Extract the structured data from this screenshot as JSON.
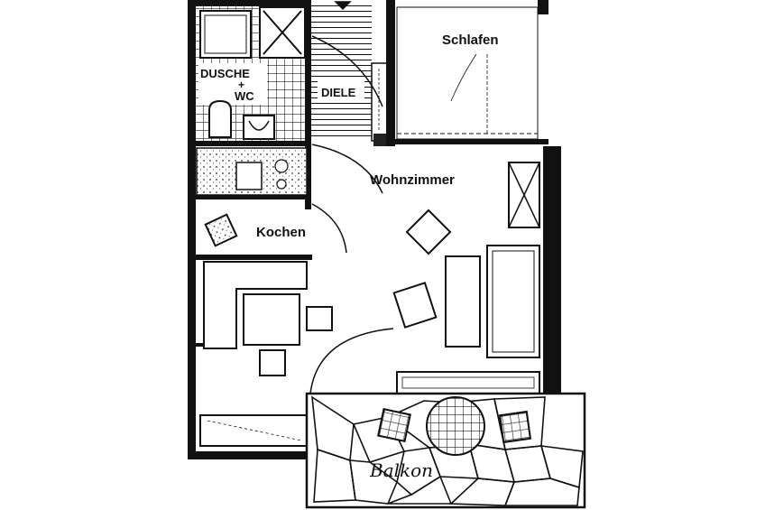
{
  "rooms": {
    "schlafen": "Schlafen",
    "wohnzimmer": "Wohnzimmer",
    "kochen": "Kochen",
    "diele": "DIELE",
    "dusche": "DUSCHE",
    "plus": "+",
    "wc": "WC",
    "balkon": "Balkon"
  }
}
